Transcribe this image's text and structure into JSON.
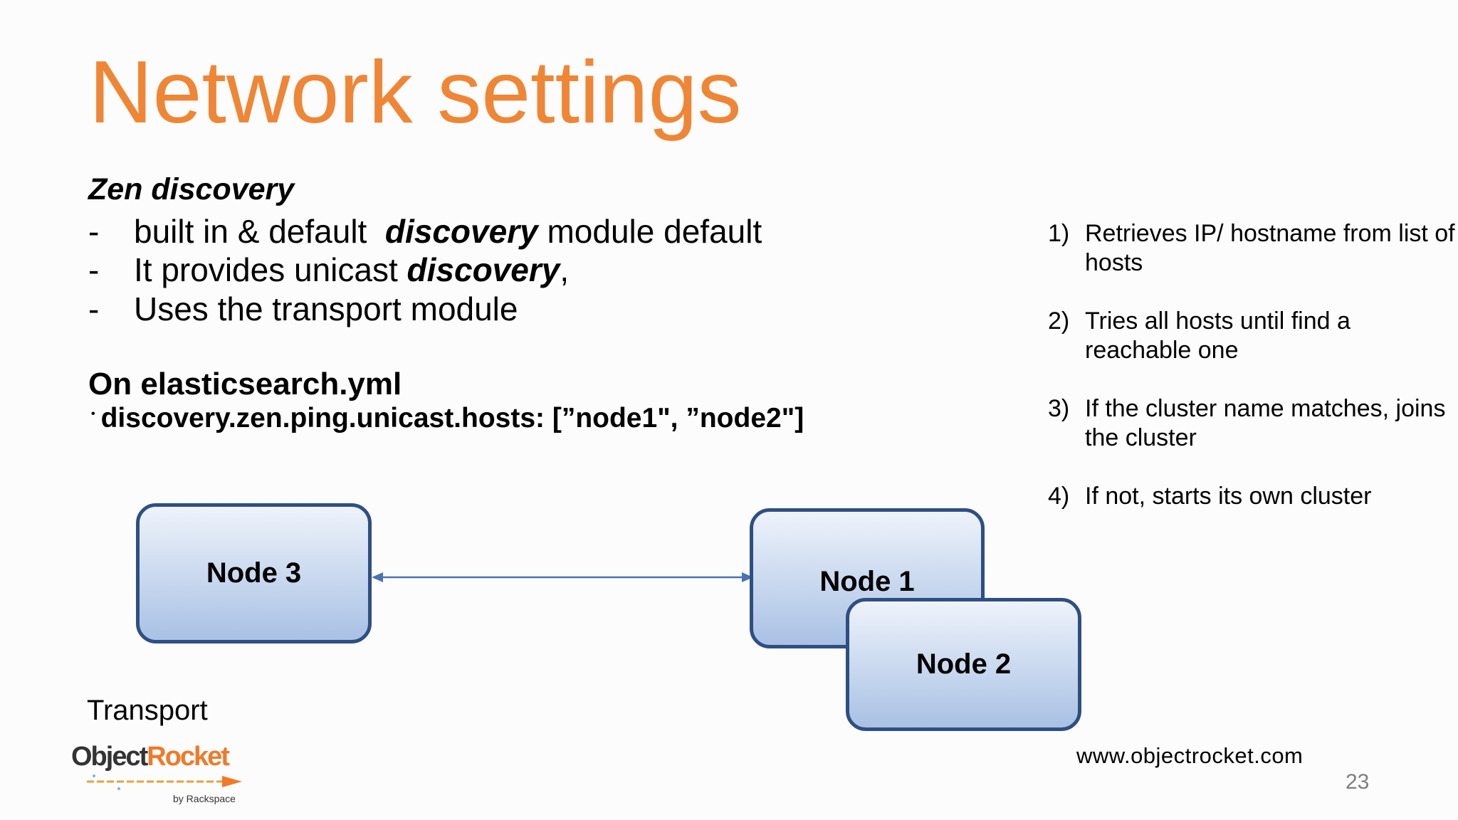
{
  "slide": {
    "title": "Network settings",
    "subheading": "Zen discovery",
    "bullets": [
      {
        "dash": "-",
        "pre": "built in & default  ",
        "em": "discovery",
        "post": " module default"
      },
      {
        "dash": "-",
        "pre": "It provides unicast ",
        "em": "discovery",
        "post": ","
      },
      {
        "dash": "-",
        "pre": "Uses the transport module",
        "em": "",
        "post": ""
      }
    ],
    "config_heading": "On elasticsearch.yml",
    "config_bullet": "•",
    "config_line": "discovery.zen.ping.unicast.hosts: [”node1\", ”node2\"]",
    "steps": [
      {
        "num": "1)",
        "text": "Retrieves IP/ hostname from list of hosts"
      },
      {
        "num": "2)",
        "text": "Tries all hosts until find a reachable one"
      },
      {
        "num": "3)",
        "text": "If the cluster name matches, joins the cluster"
      },
      {
        "num": "4)",
        "text": "If not, starts its own cluster"
      }
    ],
    "diagram": {
      "node3": "Node 3",
      "node1": "Node 1",
      "node2": "Node 2",
      "transport_label": "Transport"
    },
    "footer": {
      "url": "www.objectrocket.com",
      "page_number": "23",
      "logo_object": "Object",
      "logo_rocket": "Rocket",
      "logo_by": "by Rackspace"
    }
  },
  "colors": {
    "title": "#ef8636",
    "node_border": "#2f4f82",
    "node_fill_top": "#eef3fb",
    "node_fill_bottom": "#a9c1e4",
    "arrow": "#4a72b0"
  }
}
